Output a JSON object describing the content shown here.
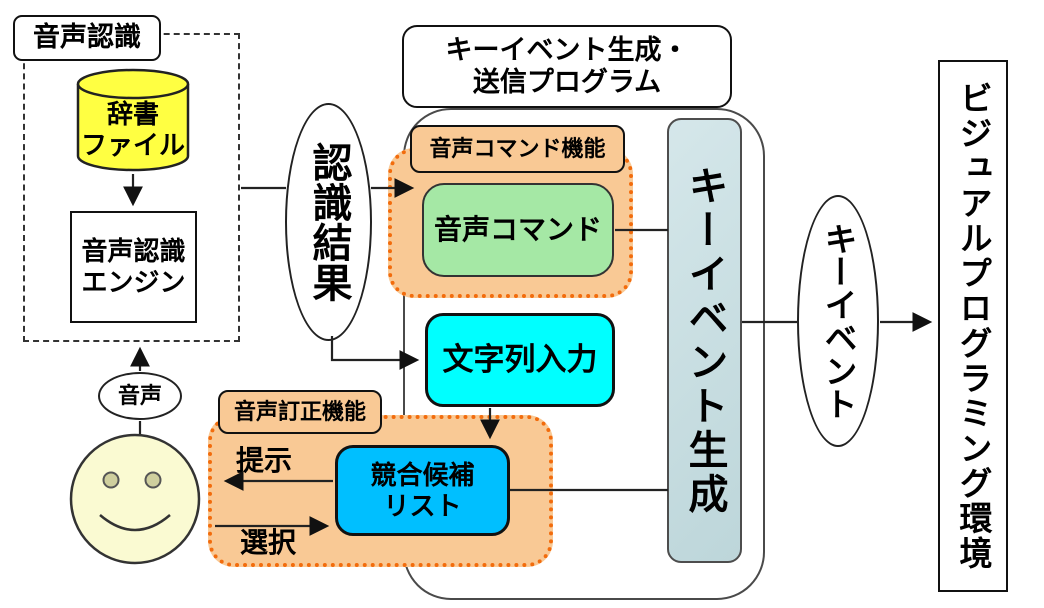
{
  "diagram": {
    "speech_recognition_group": {
      "label": "音声認識"
    },
    "dictionary_file": {
      "label": "辞書\nファイル",
      "fill": "#ffff42"
    },
    "recognition_engine": {
      "label": "音声認識\nエンジン"
    },
    "voice_bubble": {
      "label": "音声"
    },
    "recognition_result_bubble": {
      "label": "認識結果"
    },
    "program_title": {
      "label": "キーイベント生成・\n送信プログラム"
    },
    "voice_command_group": {
      "label": "音声コマンド機能",
      "fill": "#f9c995",
      "border": "#f26c0d"
    },
    "voice_command_node": {
      "label": "音声コマンド",
      "fill": "#a5e8a5"
    },
    "string_input_node": {
      "label": "文字列入力",
      "fill": "#00ffff"
    },
    "voice_correction_group": {
      "label": "音声訂正機能",
      "fill": "#f9c995",
      "border": "#f26c0d"
    },
    "candidate_list_node": {
      "label": "競合候補\nリスト",
      "fill": "#00bfff"
    },
    "present_arrow_label": {
      "label": "提示"
    },
    "select_arrow_label": {
      "label": "選択"
    },
    "key_event_generation_node": {
      "label": "キーイベント生成",
      "fill": "#c9dfe2"
    },
    "key_event_bubble": {
      "label": "キーイベント"
    },
    "visual_programming_environment": {
      "label": "ビジュアルプログラミング環境"
    },
    "user_face": {
      "description_fill": "#fafad2"
    },
    "line_color": "#222222"
  }
}
